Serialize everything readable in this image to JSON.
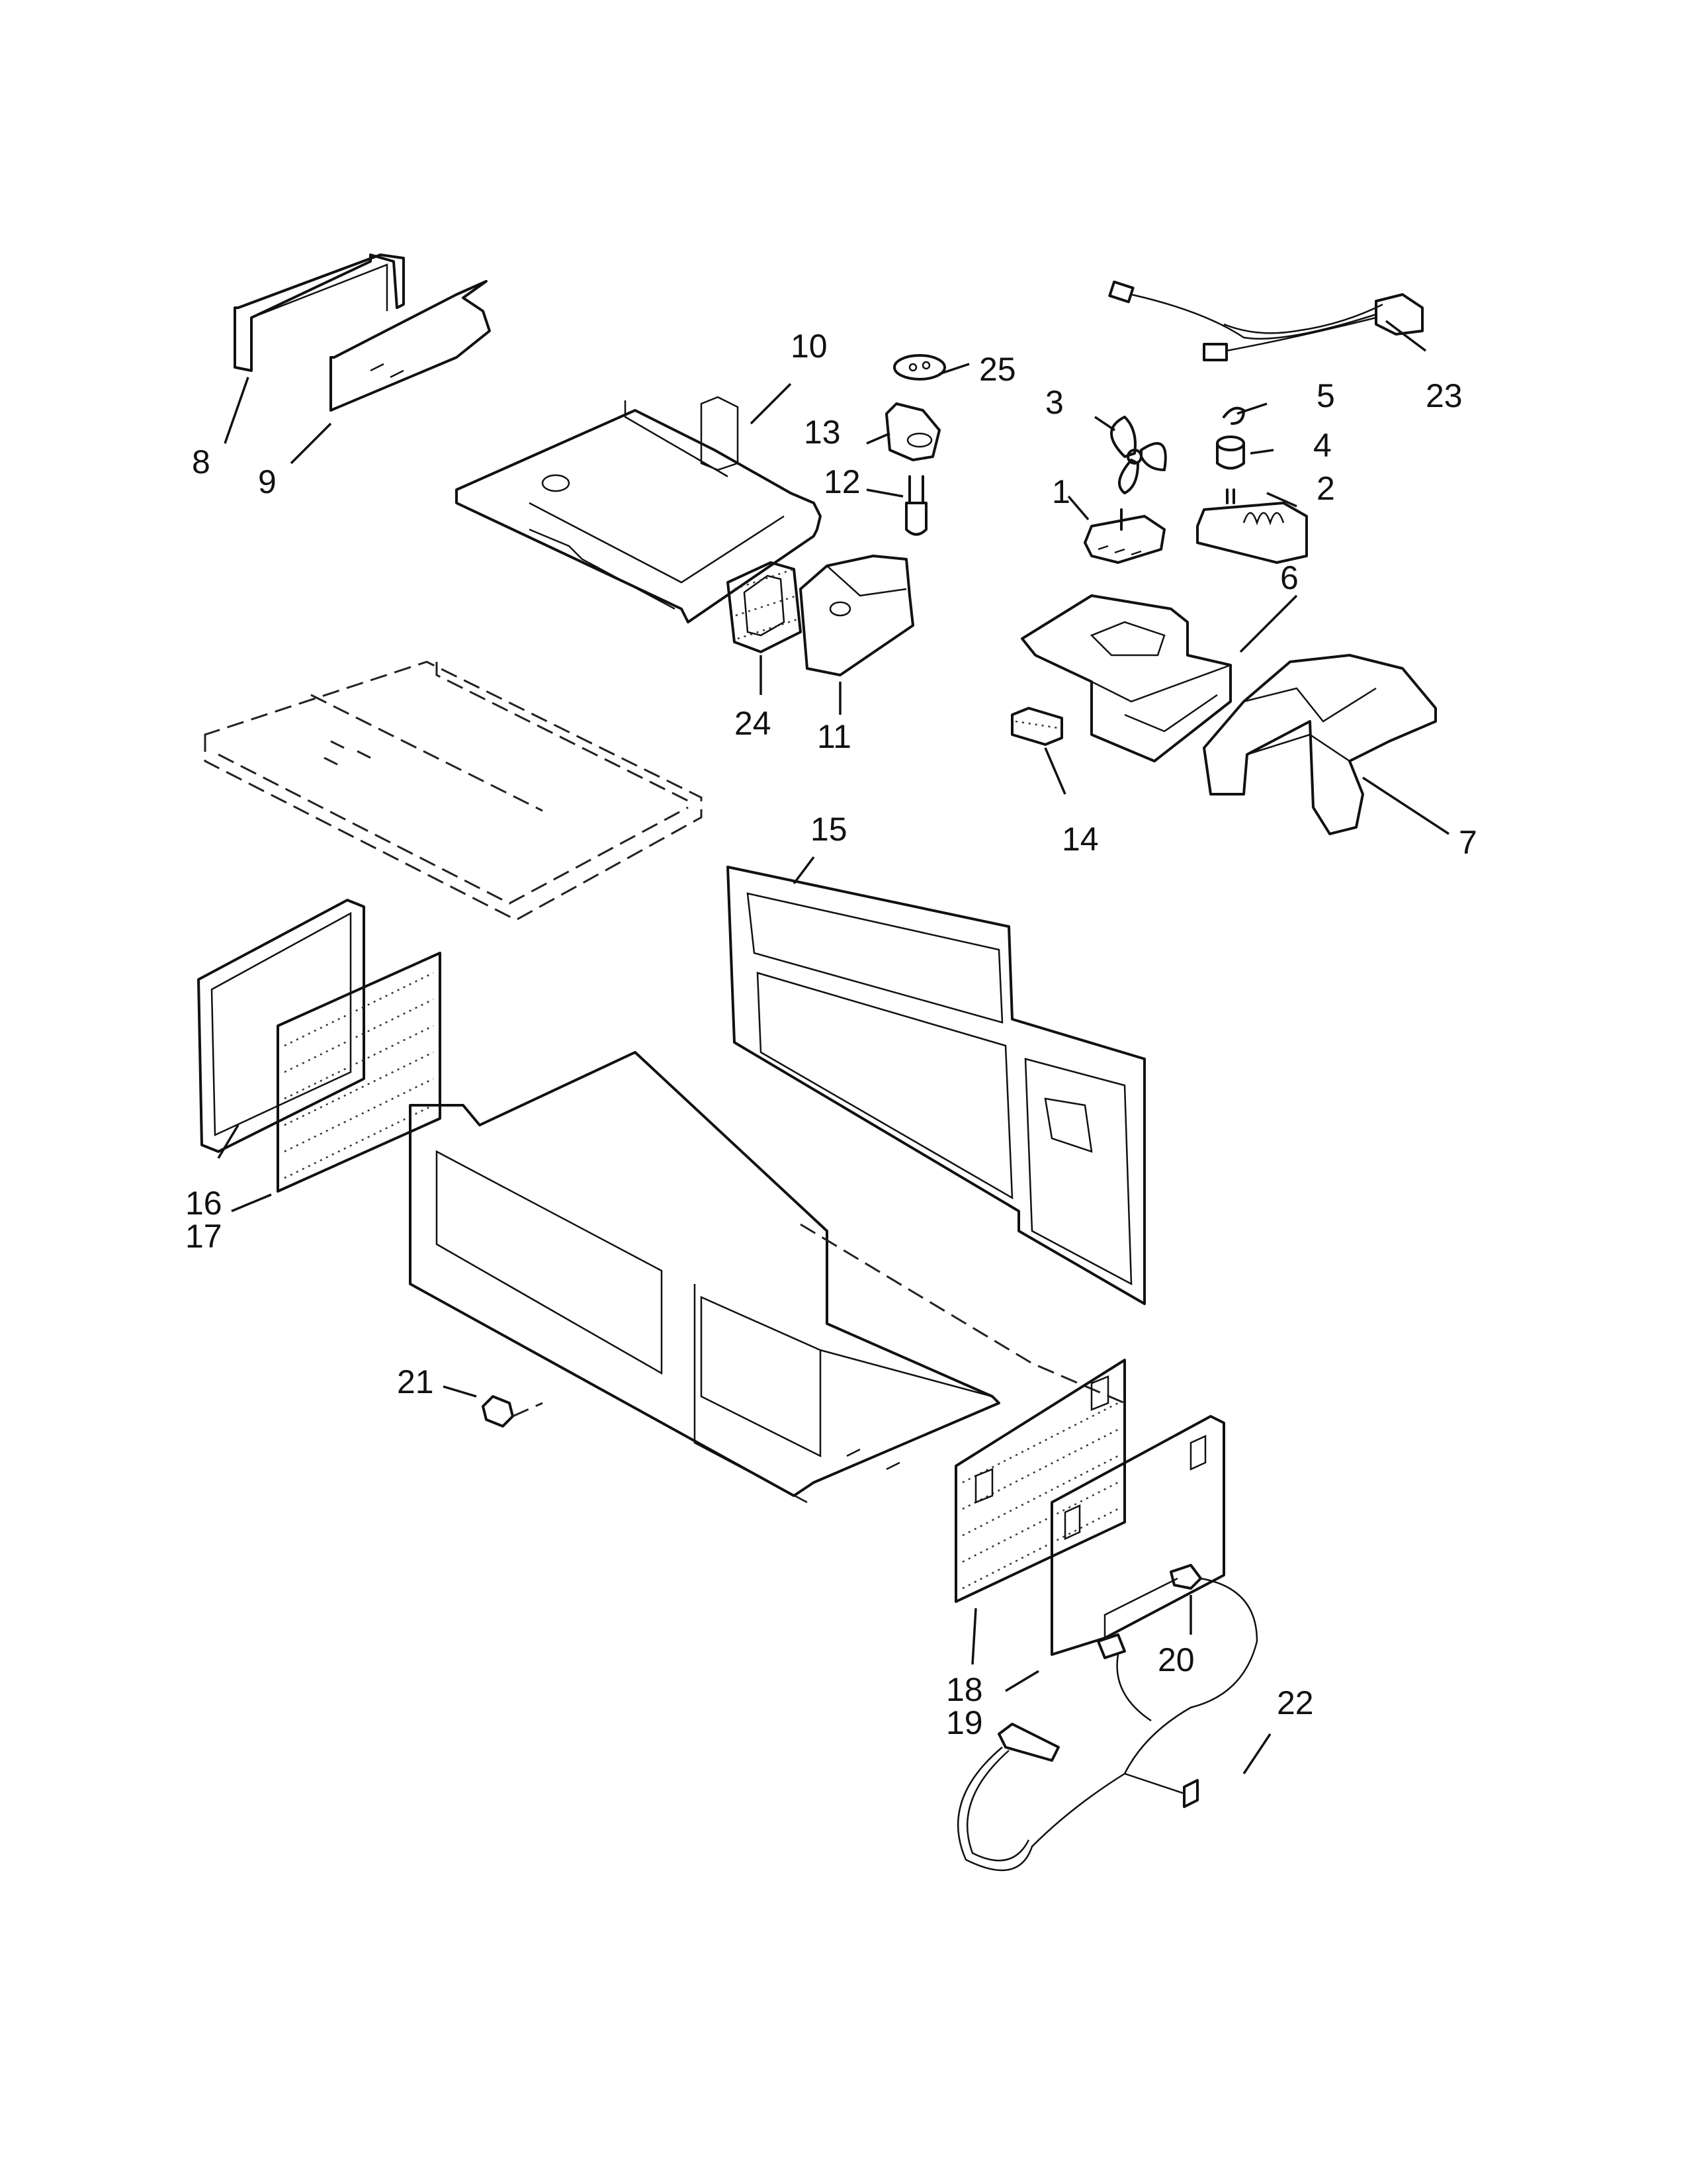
{
  "parts": [
    {
      "id": "p1",
      "number": "1"
    },
    {
      "id": "p2",
      "number": "2"
    },
    {
      "id": "p3",
      "number": "3"
    },
    {
      "id": "p4",
      "number": "4"
    },
    {
      "id": "p5",
      "number": "5"
    },
    {
      "id": "p6",
      "number": "6"
    },
    {
      "id": "p7",
      "number": "7"
    },
    {
      "id": "p8",
      "number": "8"
    },
    {
      "id": "p9",
      "number": "9"
    },
    {
      "id": "p10",
      "number": "10"
    },
    {
      "id": "p11",
      "number": "11"
    },
    {
      "id": "p12",
      "number": "12"
    },
    {
      "id": "p13",
      "number": "13"
    },
    {
      "id": "p14",
      "number": "14"
    },
    {
      "id": "p15",
      "number": "15"
    },
    {
      "id": "p16",
      "number": "16"
    },
    {
      "id": "p17",
      "number": "17"
    },
    {
      "id": "p18",
      "number": "18"
    },
    {
      "id": "p19",
      "number": "19"
    },
    {
      "id": "p20",
      "number": "20"
    },
    {
      "id": "p21",
      "number": "21"
    },
    {
      "id": "p22",
      "number": "22"
    },
    {
      "id": "p23",
      "number": "23"
    },
    {
      "id": "p24",
      "number": "24"
    },
    {
      "id": "p25",
      "number": "25"
    }
  ]
}
